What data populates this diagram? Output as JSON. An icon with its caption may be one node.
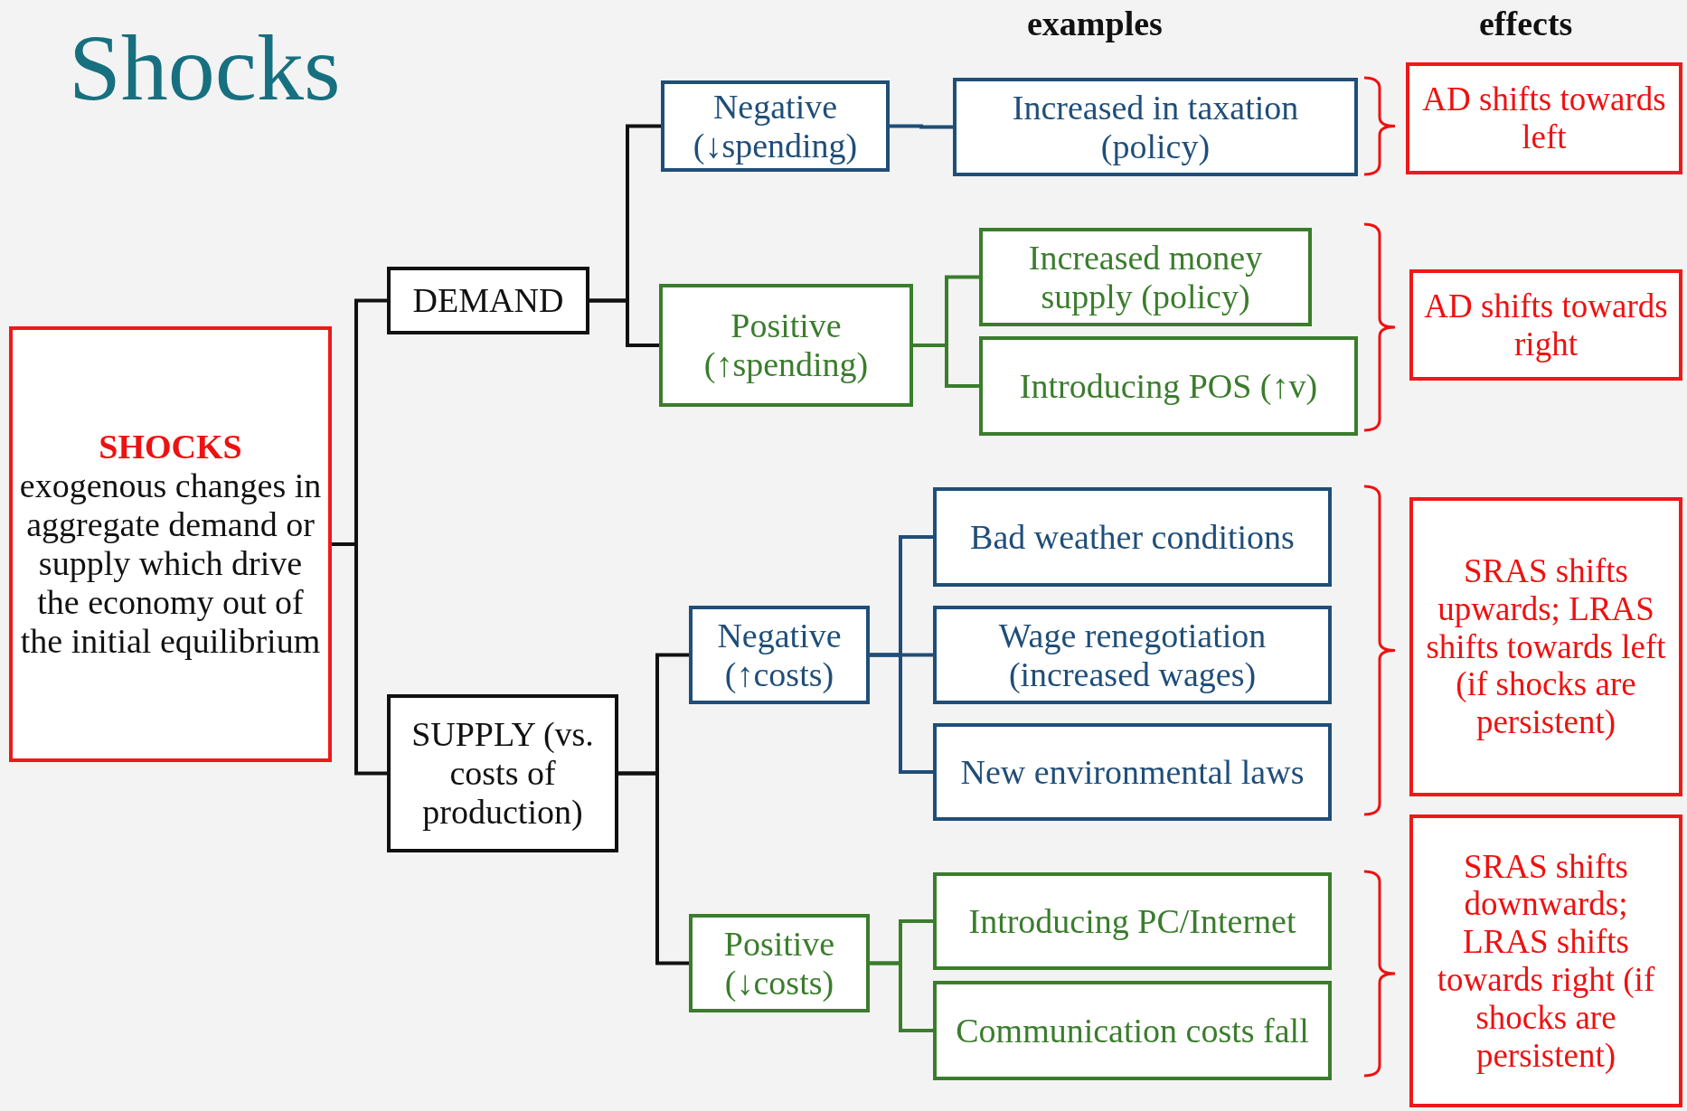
{
  "diagram": {
    "title": "Shocks",
    "nodes": [
      {
        "text": [
          "SHOCKS",
          "exogenous changes in aggregate demand or supply which drive the economy out of the initial equilibrium"
        ]
      },
      {
        "text": [
          "DEMAND"
        ]
      },
      {
        "text": [
          "SUPPLY (vs. costs of production)"
        ]
      },
      {
        "text": [
          "Negative (↓spending)"
        ]
      },
      {
        "text": [
          "Positive (↑spending)"
        ]
      },
      {
        "text": [
          "Negative (↑costs)"
        ]
      },
      {
        "text": [
          "Positive (↓costs)"
        ]
      },
      {
        "text": [
          "Increased in taxation (policy)"
        ]
      },
      {
        "text": [
          "Increased money supply (policy)"
        ]
      },
      {
        "text": [
          "Introducing POS (↑v)"
        ]
      },
      {
        "text": [
          "Bad weather conditions"
        ]
      },
      {
        "text": [
          "Wage renegotiation (increased wages)"
        ]
      },
      {
        "text": [
          "New environmental laws"
        ]
      },
      {
        "text": [
          "Introducing PC/Internet"
        ]
      },
      {
        "text": [
          "Communication costs fall"
        ]
      },
      {
        "text": [
          "AD shifts towards left"
        ]
      },
      {
        "text": [
          "AD shifts towards right"
        ]
      },
      {
        "text": [
          "SRAS shifts upwards; LRAS shifts towards left (if shocks are persistent)"
        ]
      },
      {
        "text": [
          "SRAS shifts downwards; LRAS shifts towards right (if shocks are persistent)"
        ]
      }
    ],
    "edges": [
      {
        "from": 0,
        "to": 1,
        "arrow": "none"
      },
      {
        "from": 0,
        "to": 2,
        "arrow": "none"
      },
      {
        "from": 1,
        "to": 3,
        "arrow": "none"
      },
      {
        "from": 1,
        "to": 4,
        "arrow": "none"
      },
      {
        "from": 2,
        "to": 5,
        "arrow": "none"
      },
      {
        "from": 2,
        "to": 6,
        "arrow": "none"
      },
      {
        "from": 3,
        "to": 7,
        "arrow": "none",
        "color": "#1f4e79"
      },
      {
        "from": 4,
        "to": 8,
        "arrow": "none",
        "color": "#3a7d2c"
      },
      {
        "from": 4,
        "to": 9,
        "arrow": "none",
        "color": "#3a7d2c"
      },
      {
        "from": 5,
        "to": 10,
        "arrow": "none",
        "color": "#1f4e79"
      },
      {
        "from": 5,
        "to": 11,
        "arrow": "none",
        "color": "#1f4e79"
      },
      {
        "from": 5,
        "to": 12,
        "arrow": "none",
        "color": "#1f4e79"
      },
      {
        "from": 6,
        "to": 13,
        "arrow": "none",
        "color": "#3a7d2c"
      },
      {
        "from": 6,
        "to": 14,
        "arrow": "none",
        "color": "#3a7d2c"
      }
    ],
    "labels": [
      "examples",
      "effects"
    ]
  }
}
